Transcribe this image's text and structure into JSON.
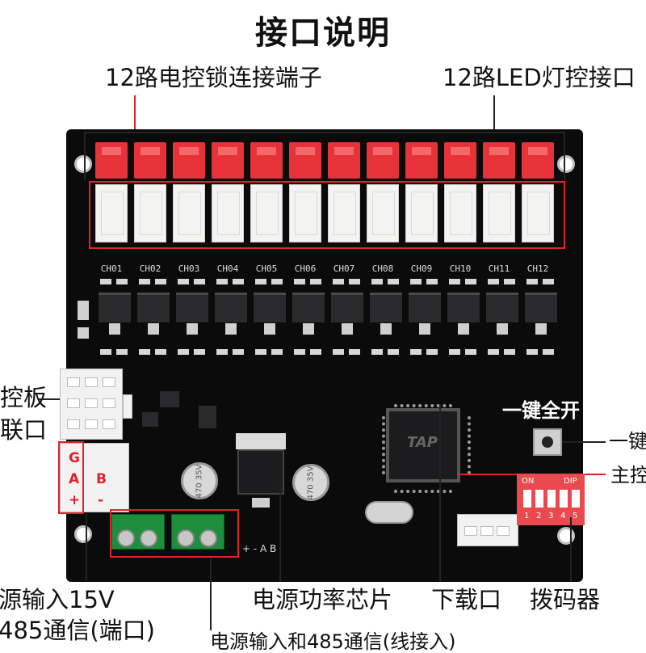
{
  "title": "接口说明",
  "labels": {
    "lock_terminals": "12路电控锁连接端子",
    "led_interface": "12路LED灯控接口",
    "control_board_a": "控板",
    "control_board_b": "联口",
    "power_input": "源输入15V",
    "comm_port": "485通信(端口)",
    "power_chip": "电源功率芯片",
    "download_port": "下载口",
    "dip_switch": "拨码器",
    "power_input_terminal": "电源输入和485通信(线接入)",
    "one_key_open": "一键全开",
    "one_key_side": "一键",
    "main_control_side": "主控"
  },
  "channels": [
    "CH01",
    "CH02",
    "CH03",
    "CH04",
    "CH05",
    "CH06",
    "CH07",
    "CH08",
    "CH09",
    "CH10",
    "CH11",
    "CH12"
  ],
  "board": {
    "mcu_mark": "TAP",
    "cap_left_text": "470 35V",
    "cap_right_text": "470 35V",
    "pin_labels_left": [
      "G",
      "A",
      "+"
    ],
    "pin_labels_right": [
      "B",
      "-"
    ],
    "terminal_text": "+ - A B",
    "dip": {
      "on": "ON",
      "dip": "DIP",
      "numbers": [
        "1",
        "2",
        "3",
        "4",
        "5"
      ]
    }
  },
  "colors": {
    "accent_red": "#e0222a",
    "board_black": "#0b0b0c",
    "terminal_green": "#1f8e3c",
    "dip_red": "#e84a4f"
  }
}
